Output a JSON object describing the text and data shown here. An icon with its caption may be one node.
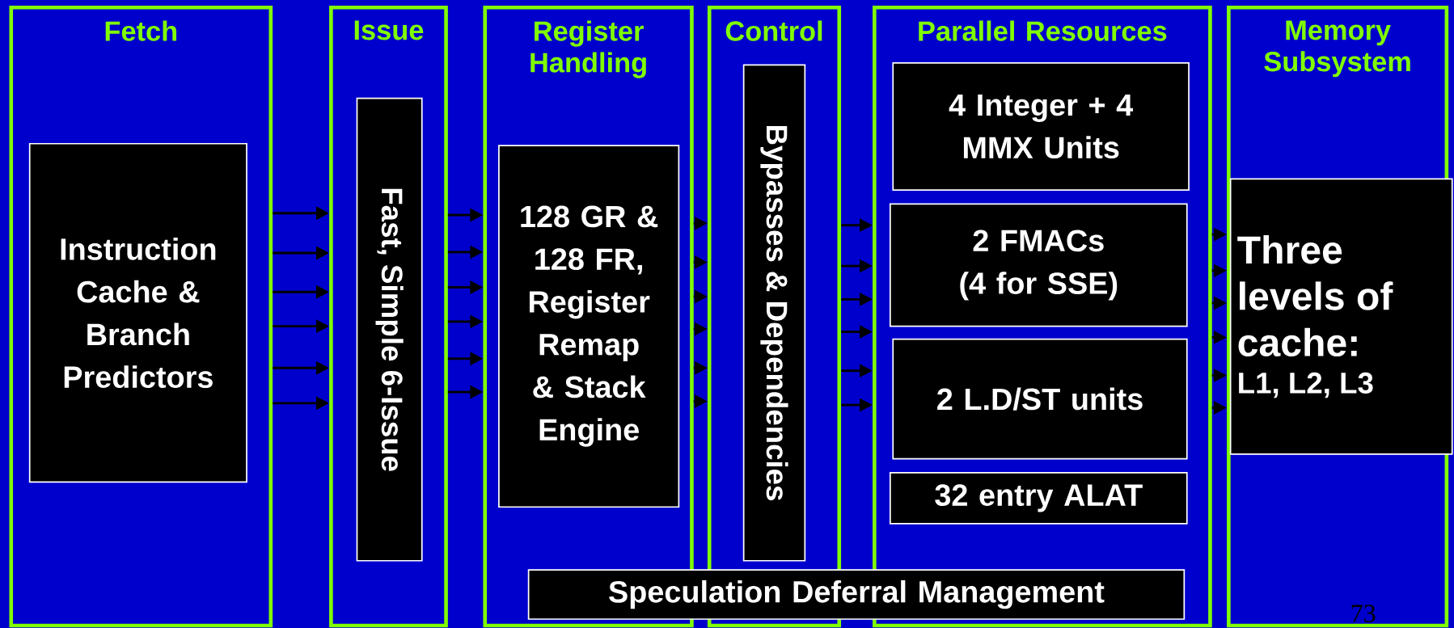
{
  "diagram": {
    "nodes": [
      {
        "text": [
          "Fetch"
        ]
      },
      {
        "text": [
          "Instruction Cache & Branch Predictors"
        ],
        "in": 0
      },
      {
        "text": [
          "Issue"
        ]
      },
      {
        "text": [
          "Fast, Simple 6-Issue"
        ],
        "in": 2
      },
      {
        "text": [
          "Register Handling"
        ]
      },
      {
        "text": [
          "128 GR & 128 FR, Register Remap & Stack Engine"
        ],
        "in": 4
      },
      {
        "text": [
          "Control"
        ]
      },
      {
        "text": [
          "Bypasses & Dependencies"
        ],
        "in": 6
      },
      {
        "text": [
          "Parallel  Resources"
        ]
      },
      {
        "text": [
          "4 Integer + 4 MMX  Units"
        ],
        "in": 8
      },
      {
        "text": [
          "2 FMACs (4 for SSE)"
        ],
        "in": 8
      },
      {
        "text": [
          "2 L.D/ST units"
        ],
        "in": 8
      },
      {
        "text": [
          "32 entry ALAT"
        ],
        "in": 8
      },
      {
        "text": [
          "Memory Subsystem"
        ]
      },
      {
        "text": [
          "Three levels of cache:",
          "L1, L2, L3"
        ],
        "in": 13
      },
      {
        "text": [
          "Speculation Deferral Management"
        ]
      }
    ],
    "edges": [
      {
        "from": 0,
        "to": 2,
        "arrow": "to"
      },
      {
        "from": 0,
        "to": 2,
        "arrow": "to"
      },
      {
        "from": 0,
        "to": 2,
        "arrow": "to"
      },
      {
        "from": 0,
        "to": 2,
        "arrow": "to"
      },
      {
        "from": 0,
        "to": 2,
        "arrow": "to"
      },
      {
        "from": 0,
        "to": 2,
        "arrow": "to"
      },
      {
        "from": 2,
        "to": 4,
        "arrow": "to"
      },
      {
        "from": 2,
        "to": 4,
        "arrow": "to"
      },
      {
        "from": 2,
        "to": 4,
        "arrow": "to"
      },
      {
        "from": 2,
        "to": 4,
        "arrow": "to"
      },
      {
        "from": 2,
        "to": 4,
        "arrow": "to"
      },
      {
        "from": 2,
        "to": 4,
        "arrow": "to"
      },
      {
        "from": 4,
        "to": 6,
        "arrow": "to"
      },
      {
        "from": 4,
        "to": 6,
        "arrow": "to"
      },
      {
        "from": 4,
        "to": 6,
        "arrow": "to"
      },
      {
        "from": 4,
        "to": 6,
        "arrow": "to"
      },
      {
        "from": 4,
        "to": 6,
        "arrow": "to"
      },
      {
        "from": 4,
        "to": 6,
        "arrow": "to"
      },
      {
        "from": 6,
        "to": 8,
        "arrow": "to"
      },
      {
        "from": 6,
        "to": 8,
        "arrow": "to"
      },
      {
        "from": 6,
        "to": 8,
        "arrow": "to"
      },
      {
        "from": 6,
        "to": 8,
        "arrow": "to"
      },
      {
        "from": 6,
        "to": 8,
        "arrow": "to"
      },
      {
        "from": 6,
        "to": 8,
        "arrow": "to"
      },
      {
        "from": 8,
        "to": 13,
        "arrow": "to"
      },
      {
        "from": 8,
        "to": 13,
        "arrow": "to"
      },
      {
        "from": 8,
        "to": 13,
        "arrow": "to"
      },
      {
        "from": 8,
        "to": 13,
        "arrow": "to"
      },
      {
        "from": 8,
        "to": 13,
        "arrow": "to"
      },
      {
        "from": 8,
        "to": 13,
        "arrow": "to"
      }
    ],
    "labels": [
      "73"
    ]
  }
}
